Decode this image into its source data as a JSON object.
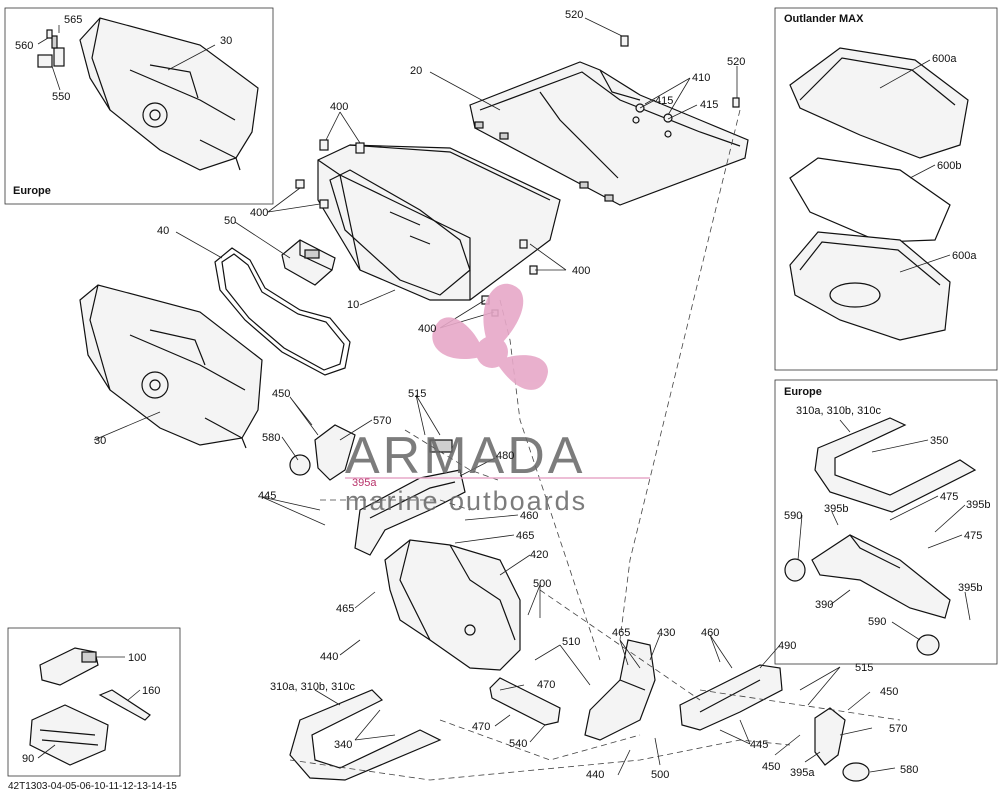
{
  "panels": {
    "europe_top": {
      "title": "Europe"
    },
    "outlander_max": {
      "title": "Outlander MAX"
    },
    "europe_right": {
      "title": "Europe"
    }
  },
  "callouts": {
    "c565": "565",
    "c560": "560",
    "c550": "550",
    "c30a": "30",
    "c520a": "520",
    "c520b": "520",
    "c20": "20",
    "c410": "410",
    "c415a": "415",
    "c415b": "415",
    "c400a": "400",
    "c400b": "400",
    "c400c": "400",
    "c400d": "400",
    "c50": "50",
    "c40": "40",
    "c10": "10",
    "c30b": "30",
    "c450a": "450",
    "c570a": "570",
    "c580a": "580",
    "c515a": "515",
    "c480": "480",
    "c395a1": "395a",
    "c445a": "445",
    "c460a": "460",
    "c465a": "465",
    "c420": "420",
    "c500a": "500",
    "c465b": "465",
    "c440a": "440",
    "c510": "510",
    "c465c": "465",
    "c430": "430",
    "c460b": "460",
    "c490": "490",
    "c470a": "470",
    "c470b": "470",
    "c540": "540",
    "c515b": "515",
    "c450b": "450",
    "c445b": "445",
    "c570b": "570",
    "c450c": "450",
    "c395a2": "395a",
    "c580b": "580",
    "c440b": "440",
    "c500b": "500",
    "c310a": "310a, 310b, 310c",
    "c340": "340",
    "c100": "100",
    "c160": "160",
    "c90": "90",
    "c600a1": "600a",
    "c600b": "600b",
    "c600a2": "600a",
    "c310b": "310a, 310b, 310c",
    "c350": "350",
    "c395b1": "395b",
    "c475a": "475",
    "c395b2": "395b",
    "c475b": "475",
    "c590a": "590",
    "c395b3": "395b",
    "c390": "390",
    "c590b": "590"
  },
  "watermark": {
    "name": "ARMADA",
    "tagline": "marine outboards"
  },
  "reference_code": "42T1303-04-05-06-10-11-12-13-14-15",
  "colors": {
    "watermark_pink": "#e7a8c8",
    "watermark_grey": "#666666",
    "line": "#111111"
  }
}
